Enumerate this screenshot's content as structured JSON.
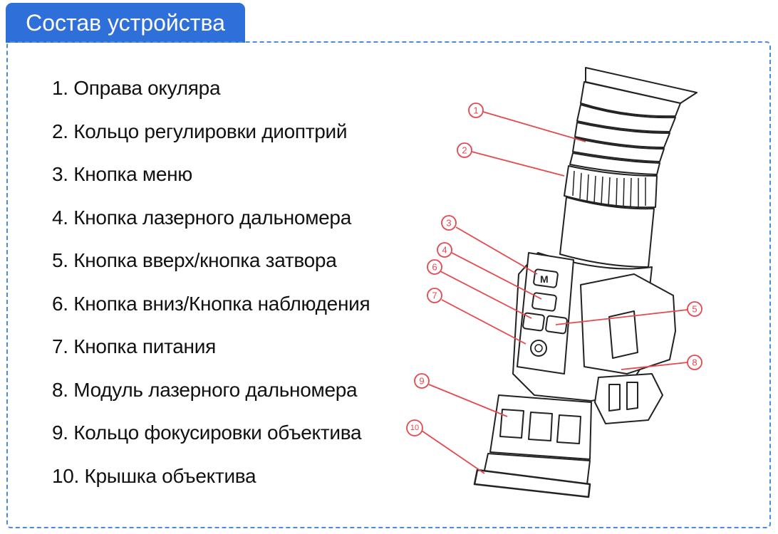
{
  "title": "Состав устройства",
  "parts": [
    {
      "number": "1.",
      "label": "Оправа окуляра"
    },
    {
      "number": "2.",
      "label": "Кольцо регулировки диоптрий"
    },
    {
      "number": "3.",
      "label": "Кнопка меню"
    },
    {
      "number": "4.",
      "label": "Кнопка лазерного дальномера"
    },
    {
      "number": "5.",
      "label": "Кнопка вверх/кнопка затвора"
    },
    {
      "number": "6.",
      "label": "Кнопка вниз/Кнопка наблюдения"
    },
    {
      "number": "7.",
      "label": "Кнопка питания"
    },
    {
      "number": "8.",
      "label": "Модуль лазерного дальномера"
    },
    {
      "number": "9.",
      "label": "Кольцо фокусировки объектива"
    },
    {
      "number": "10.",
      "label": "Крышка объектива"
    }
  ],
  "callouts": [
    "1",
    "2",
    "3",
    "4",
    "5",
    "6",
    "7",
    "8",
    "9",
    "10"
  ],
  "menu_button_letter": "M",
  "colors": {
    "accent": "#2f6fd9",
    "callout": "#e5484d",
    "line_art": "#222222"
  }
}
